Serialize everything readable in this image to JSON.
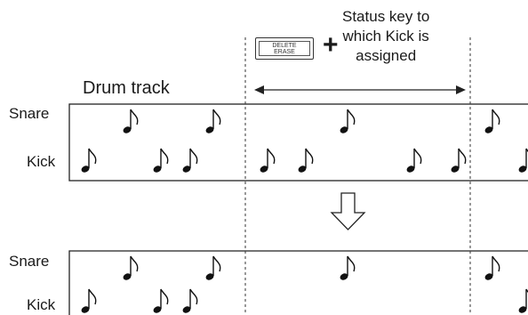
{
  "track_title": "Drum track",
  "rows": {
    "snare": "Snare",
    "kick": "Kick"
  },
  "status_text": [
    "Status key to",
    "which Kick is",
    "assigned"
  ],
  "key_labels": [
    "DELETE",
    "ERASE"
  ],
  "plus_sign": "+",
  "icons": {
    "note": "eighth-note-icon",
    "arrow": "down-arrow-icon"
  },
  "before": {
    "snare_notes": [
      1,
      3,
      6,
      9
    ],
    "kick_notes": [
      0,
      2,
      3,
      4,
      5,
      7,
      8,
      9
    ]
  },
  "after": {
    "snare_notes": [
      1,
      3,
      6,
      9
    ],
    "kick_notes": [
      0,
      2,
      3,
      9
    ]
  }
}
